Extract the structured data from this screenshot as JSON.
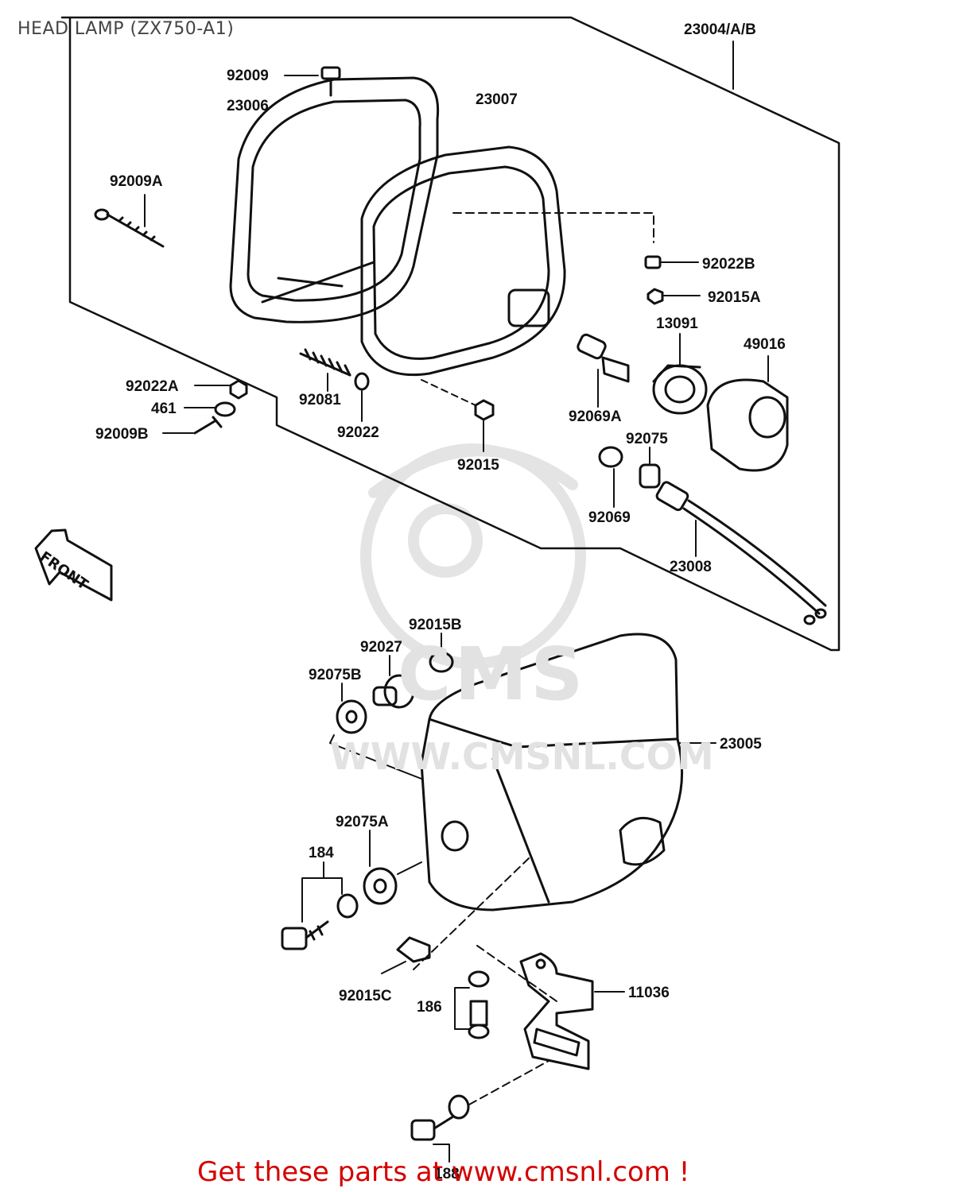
{
  "title": "HEAD LAMP (ZX750-A1)",
  "watermark": {
    "brand": "CMS",
    "url": "WWW.CMSNL.COM"
  },
  "front_label": "FRONT",
  "footer": "Get these parts at www.cmsnl.com !",
  "parts": {
    "p23004": "23004/A/B",
    "p92009": "92009",
    "p23006": "23006",
    "p23007": "23007",
    "p92009A": "92009A",
    "p92022B": "92022B",
    "p92015A": "92015A",
    "p13091": "13091",
    "p49016": "49016",
    "p92022A": "92022A",
    "p461": "461",
    "p92009B": "92009B",
    "p92081": "92081",
    "p92022": "92022",
    "p92015": "92015",
    "p92069A": "92069A",
    "p92075": "92075",
    "p92069": "92069",
    "p23008": "23008",
    "p92015B": "92015B",
    "p92027": "92027",
    "p92075B": "92075B",
    "p23005": "23005",
    "p92075A": "92075A",
    "p184": "184",
    "p92015C": "92015C",
    "p186": "186",
    "p11036": "11036",
    "p188": "188"
  }
}
